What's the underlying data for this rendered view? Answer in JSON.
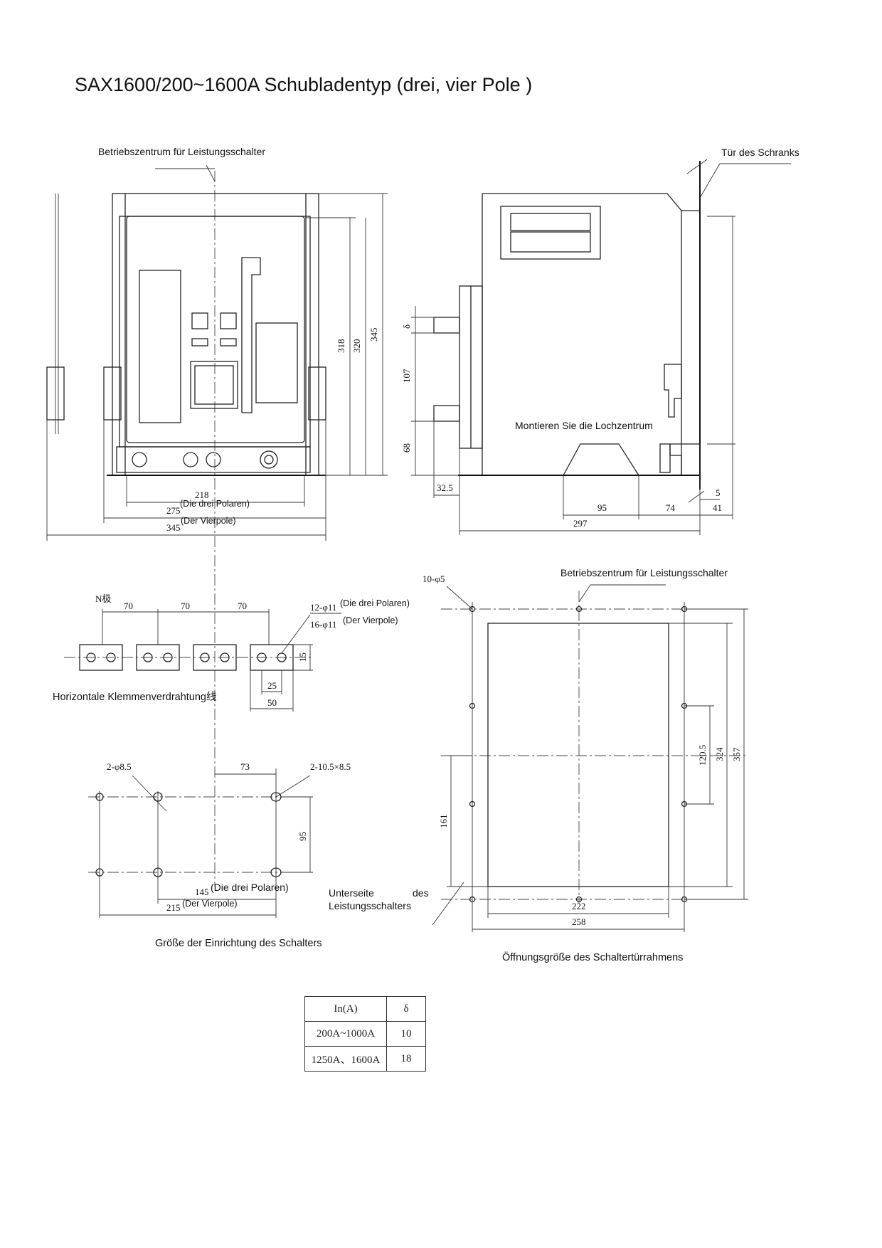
{
  "title": "SAX1600/200~1600A Schubladentyp (drei, vier Pole )",
  "front_view": {
    "label_center": "Betriebszentrum für Leistungsschalter",
    "dim_218": "218",
    "dim_275": "275",
    "note_three": "(Die drei Polaren)",
    "dim_345": "345",
    "note_four": "(Der Vierpole)",
    "dim_318": "318",
    "dim_320": "320",
    "dim_345v": "345"
  },
  "side_view": {
    "label_door": "Tür des Schranks",
    "label_hole": "Montieren Sie die Lochzentrum",
    "dim_delta": "δ",
    "dim_107": "107",
    "dim_68": "68",
    "dim_32_5": "32.5",
    "dim_5": "5",
    "dim_95": "95",
    "dim_74": "74",
    "dim_41": "41",
    "dim_297": "297"
  },
  "terminal_view": {
    "label_n": "N极",
    "dim_70a": "70",
    "dim_70b": "70",
    "dim_70c": "70",
    "hole_three": "12-φ11",
    "note_three": "(Die drei Polaren)",
    "hole_four": "16-φ11",
    "note_four": "(Der Vierpole)",
    "dim_15": "15",
    "dim_25": "25",
    "dim_50": "50",
    "caption": "Horizontale Klemmenverdrahtung线"
  },
  "mount_view": {
    "hole_a": "2-φ8.5",
    "dim_73": "73",
    "hole_b": "2-10.5×8.5",
    "dim_95": "95",
    "dim_145": "145",
    "note_three": "(Die drei Polaren)",
    "dim_215": "215",
    "note_four": "(Der Vierpole)",
    "caption": "Größe der Einrichtung des Schalters"
  },
  "door_view": {
    "holes": "10-φ5",
    "label_center": "Betriebszentrum für Leistungsschalter",
    "dim_120_5": "120.5",
    "dim_324": "324",
    "dim_357": "357",
    "dim_161": "161",
    "label_bottom_1": "Unterseite",
    "label_bottom_2": "des",
    "label_bottom_3": "Leistungsschalters",
    "dim_222": "222",
    "dim_258": "258",
    "caption": "Öffnungsgröße des Schaltertürrahmens"
  },
  "spec_table": {
    "header": [
      "In(A)",
      "δ"
    ],
    "rows": [
      [
        "200A~1000A",
        "10"
      ],
      [
        "1250A、1600A",
        "18"
      ]
    ]
  }
}
